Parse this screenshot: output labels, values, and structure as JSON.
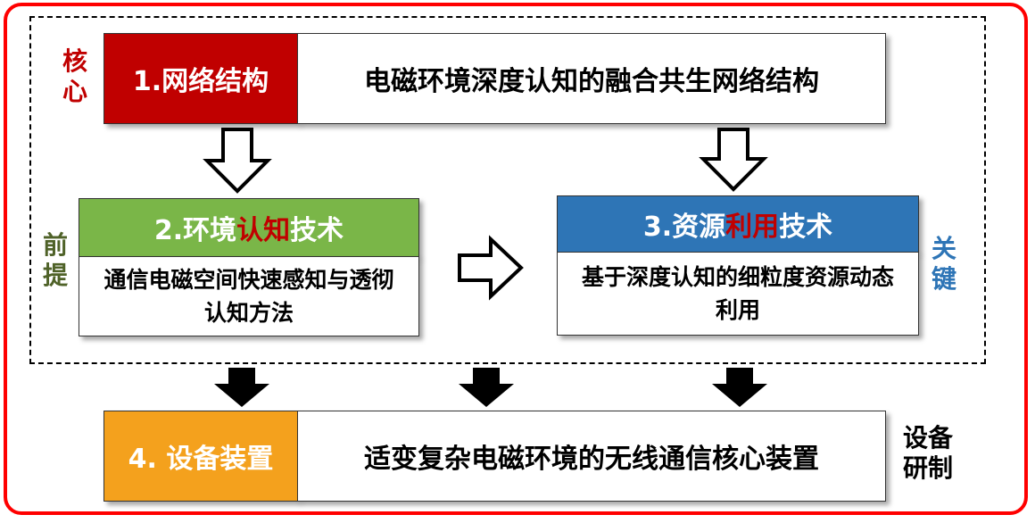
{
  "diagram": {
    "core_label": "核心",
    "premise_label": "前提",
    "key_label": "关键",
    "device_label": "设备研制",
    "box1": {
      "label": "1.网络结构",
      "text": "电磁环境深度认知的融合共生网络结构",
      "color": "#c00000"
    },
    "box2": {
      "label_pre": "2.环境",
      "label_hl": "认知",
      "label_post": "技术",
      "text": "通信电磁空间快速感知与透彻认知方法",
      "color": "#7ab648"
    },
    "box3": {
      "label_pre": "3.资源",
      "label_hl": "利用",
      "label_post": "技术",
      "text": "基于深度认知的细粒度资源动态利用",
      "color": "#2e75b6"
    },
    "box4": {
      "label": "4. 设备装置",
      "text": "适变复杂电磁环境的无线通信核心装置",
      "color": "#f4a11d"
    }
  }
}
